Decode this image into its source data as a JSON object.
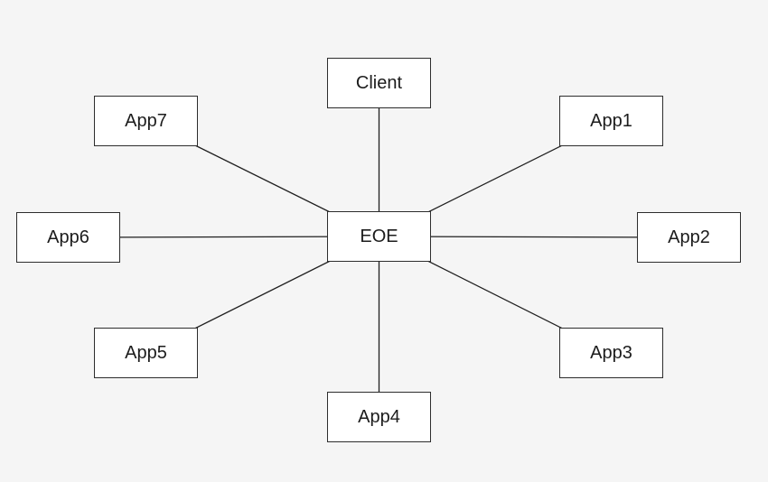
{
  "diagram": {
    "type": "hub-and-spoke",
    "colors": {
      "background": "#f5f5f5",
      "node_fill": "#ffffff",
      "node_border": "#2d2d2d",
      "edge": "#1f1f1f"
    },
    "nodes": [
      {
        "id": "client",
        "label": "Client"
      },
      {
        "id": "app7",
        "label": "App7"
      },
      {
        "id": "app1",
        "label": "App1"
      },
      {
        "id": "app6",
        "label": "App6"
      },
      {
        "id": "eoe",
        "label": "EOE"
      },
      {
        "id": "app2",
        "label": "App2"
      },
      {
        "id": "app5",
        "label": "App5"
      },
      {
        "id": "app3",
        "label": "App3"
      },
      {
        "id": "app4",
        "label": "App4"
      }
    ],
    "edges": [
      {
        "from": "eoe",
        "to": "client"
      },
      {
        "from": "eoe",
        "to": "app1"
      },
      {
        "from": "eoe",
        "to": "app2"
      },
      {
        "from": "eoe",
        "to": "app3"
      },
      {
        "from": "eoe",
        "to": "app4"
      },
      {
        "from": "eoe",
        "to": "app5"
      },
      {
        "from": "eoe",
        "to": "app6"
      },
      {
        "from": "eoe",
        "to": "app7"
      }
    ]
  }
}
